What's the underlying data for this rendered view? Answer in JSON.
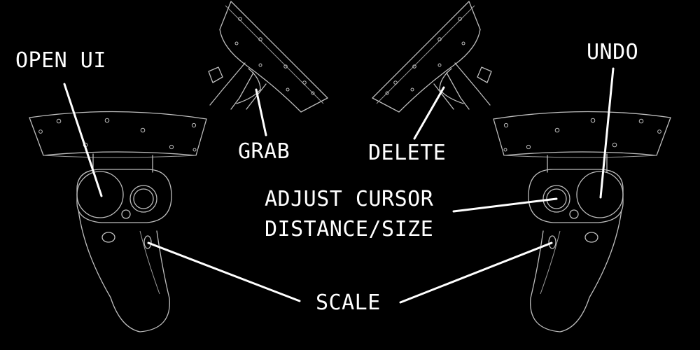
{
  "labels": {
    "open_ui": "OPEN UI",
    "grab": "GRAB",
    "delete": "DELETE",
    "undo": "UNDO",
    "adjust_line1": "ADJUST CURSOR",
    "adjust_line2": "DISTANCE/SIZE",
    "scale": "SCALE"
  },
  "colors": {
    "background": "#000000",
    "outline": "#bdbdbd",
    "text": "#ffffff"
  }
}
